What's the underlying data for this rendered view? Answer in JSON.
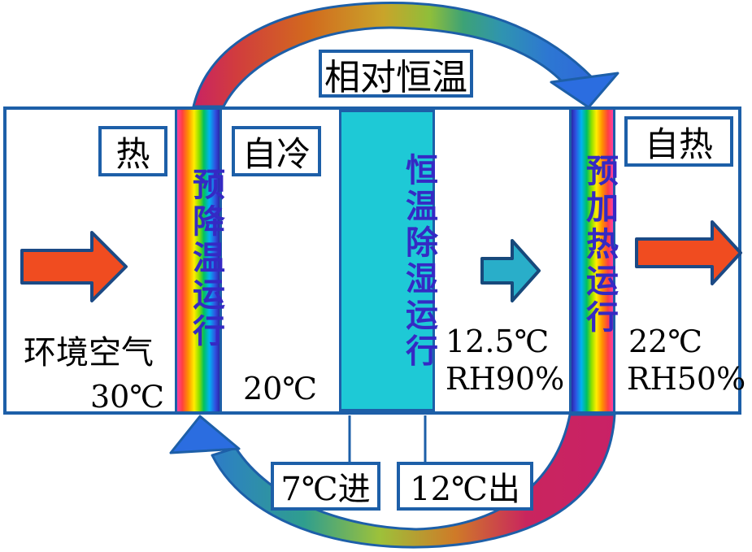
{
  "diagram": {
    "top_label": "相对恒温",
    "stage_labels": {
      "hot": "热",
      "self_cool": "自冷",
      "self_heat": "自热"
    },
    "bars": {
      "precool": "预降温运行",
      "dehumid": "恒温除湿运行",
      "preheat": "预加热运行"
    },
    "states": {
      "ambient_name": "环境空气",
      "ambient_temp": "30℃",
      "after_precool_temp": "20℃",
      "after_dehumid_temp": "12.5℃",
      "after_dehumid_rh": "RH90%",
      "outlet_temp": "22℃",
      "outlet_rh": "RH50%"
    },
    "chilled_water": {
      "inlet": "7℃进",
      "outlet": "12℃出"
    },
    "colors": {
      "outline": "#1d5fa8",
      "dehumid_fill": "#1ec9d6",
      "hot_arrow": "#f04c20",
      "cool_arrow": "#29aec9",
      "bar_text": "#3529c4",
      "ribbon_arrowhead": "#2b6de0"
    }
  }
}
